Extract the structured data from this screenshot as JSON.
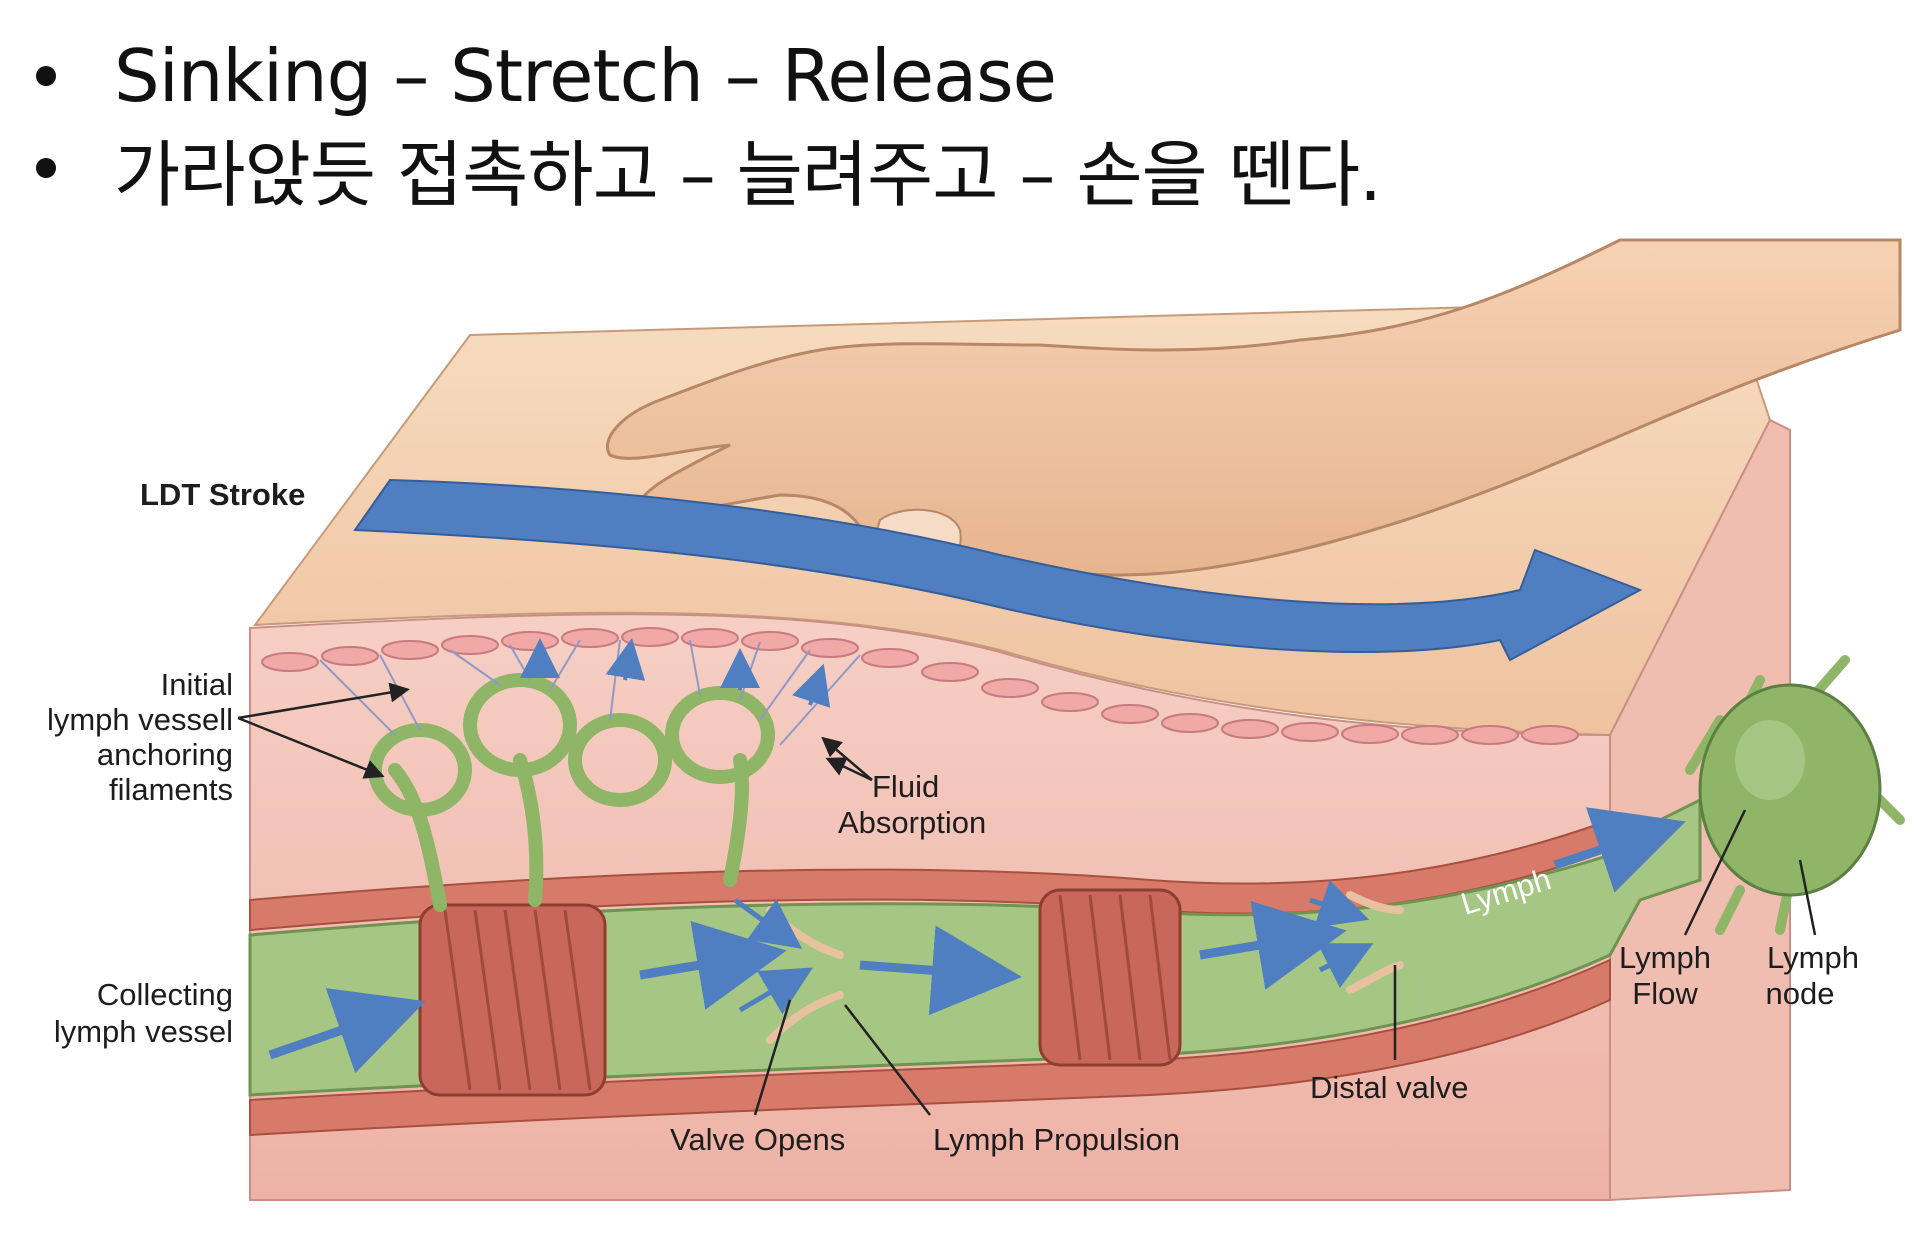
{
  "bullets": [
    "Sinking – Stretch – Release",
    "가라앉듯 접촉하고 – 늘려주고 – 손을 뗀다."
  ],
  "diagram": {
    "labels": {
      "ldt_stroke": "LDT Stroke",
      "initial_1": "Initial",
      "initial_2": "lymph vessell",
      "initial_3": "anchoring",
      "initial_4": "filaments",
      "fluid_1": "Fluid",
      "fluid_2": "Absorption",
      "collecting_1": "Collecting",
      "collecting_2": "lymph vessel",
      "valve_opens": "Valve Opens",
      "lymph_propulsion": "Lymph Propulsion",
      "distal_valve": "Distal valve",
      "lymph_arrow": "Lymph",
      "lymph_flow_1": "Lymph",
      "lymph_flow_2": "Flow",
      "lymph_node_1": "Lymph",
      "lymph_node_2": "node"
    },
    "colors": {
      "skin_top": "#f4cda8",
      "dermis": "#f3c1b5",
      "muscle": "#c9685a",
      "lymph_green": "#9fc27a",
      "arrow_blue": "#4f7fc0"
    }
  }
}
